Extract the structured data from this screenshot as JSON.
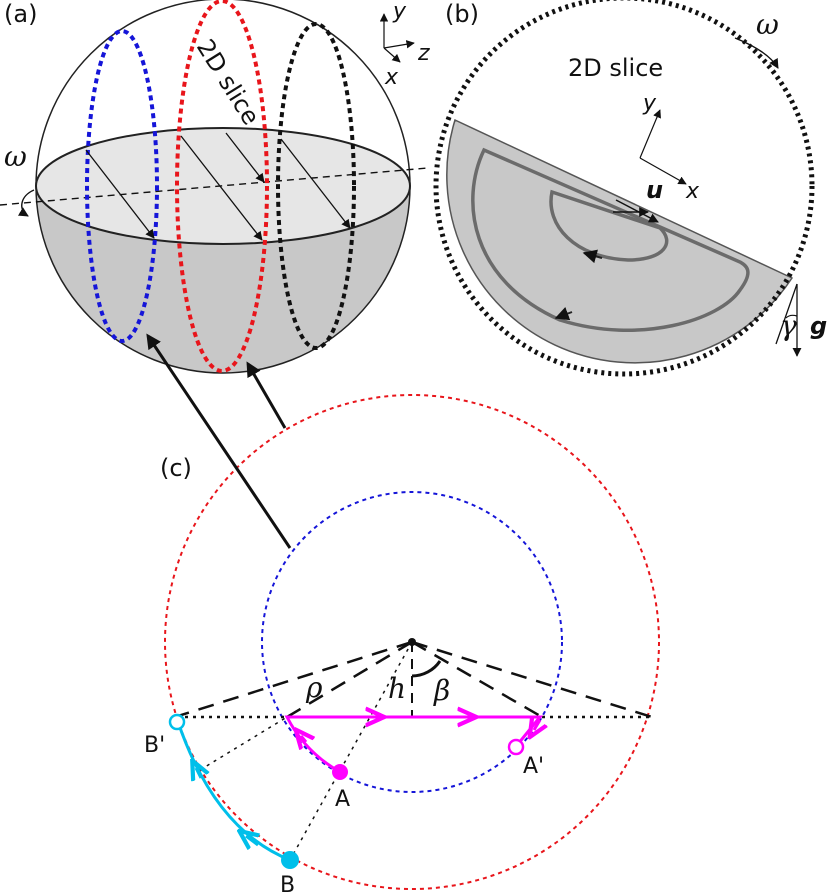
{
  "panels": {
    "a": {
      "label": "(a)",
      "slice_text": "2D slice",
      "omega": "ω",
      "axes": {
        "y": "y",
        "z": "z",
        "x": "x"
      }
    },
    "b": {
      "label": "(b)",
      "title": "2D slice",
      "omega": "ω",
      "axes": {
        "y": "y",
        "x": "x"
      },
      "velocity": "u",
      "gravity": "g",
      "angle": "γ"
    },
    "c": {
      "label": "(c)",
      "rho": "ρ",
      "h": "h",
      "beta": "β",
      "points": {
        "A": "A",
        "A_prime": "A'",
        "B": "B",
        "B_prime": "B'"
      }
    }
  },
  "colors": {
    "red_loop": "#e8151b",
    "blue_loop": "#1515d8",
    "black_loop": "#111111",
    "magenta_path": "#ff00ff",
    "cyan_path": "#00bfea",
    "fill_light": "#e6e6e6",
    "fill_dark": "#c8c8c8"
  }
}
